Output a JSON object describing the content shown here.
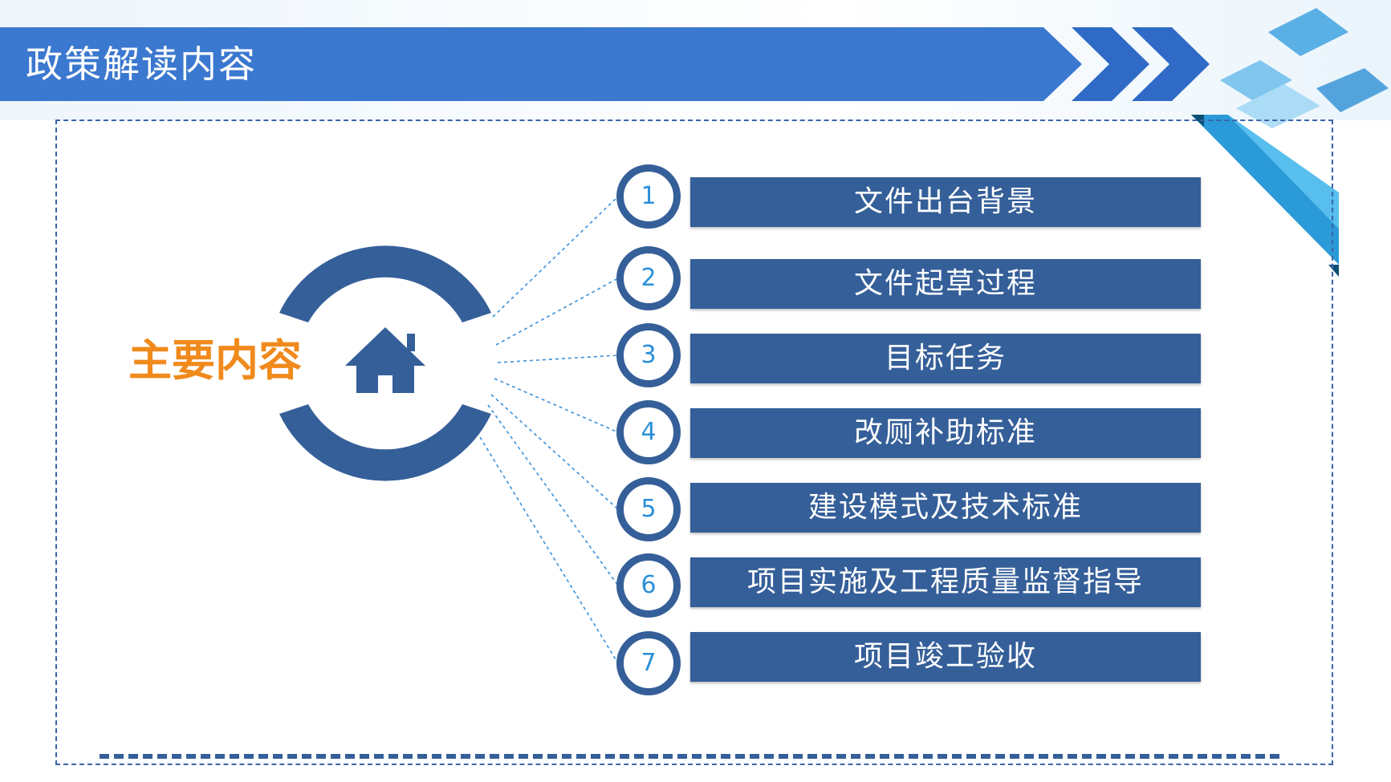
{
  "header": {
    "title": "政策解读内容",
    "bar_color": "#3b78cf",
    "chevron_color": "#2f6bc6"
  },
  "diagram": {
    "center_title": "主要内容",
    "center_title_color": "#f08a1c",
    "hub_icon": "house-icon",
    "accent_color": "#355f99",
    "number_color": "#2a8fd8",
    "items": [
      {
        "number": "1",
        "label": "文件出台背景"
      },
      {
        "number": "2",
        "label": "文件起草过程"
      },
      {
        "number": "3",
        "label": "目标任务"
      },
      {
        "number": "4",
        "label": "改厕补助标准"
      },
      {
        "number": "5",
        "label": "建设模式及技术标准"
      },
      {
        "number": "6",
        "label": "项目实施及工程质量监督指导"
      },
      {
        "number": "7",
        "label": "项目竣工验收"
      }
    ]
  }
}
